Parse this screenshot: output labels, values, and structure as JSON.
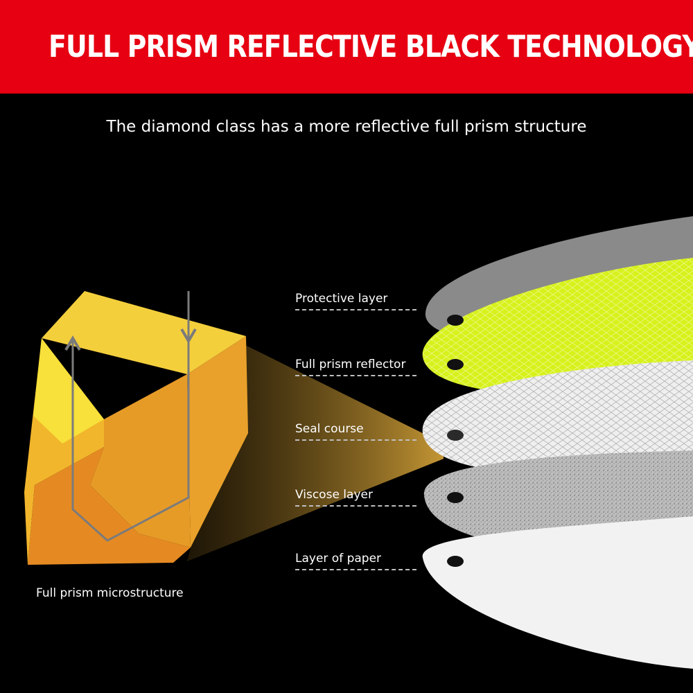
{
  "header": {
    "title": "FULL PRISM REFLECTIVE BLACK TECHNOLOGY",
    "background_color": "#e60012"
  },
  "subtitle": "The diamond class has a more reflective full prism structure",
  "prism": {
    "caption": "Full prism microstructure",
    "colors": [
      "#f4cf3c",
      "#f2b62c",
      "#e9a12b",
      "#e58a22"
    ]
  },
  "layers": [
    {
      "label": "Protective layer",
      "color": "#8a8a8a"
    },
    {
      "label": "Full prism reflector",
      "color": "#d7f11b"
    },
    {
      "label": "Seal course",
      "color": "#efefef"
    },
    {
      "label": "Viscose layer",
      "color": "#bdbdbd"
    },
    {
      "label": "Layer of paper",
      "color": "#f2f2f2"
    }
  ]
}
